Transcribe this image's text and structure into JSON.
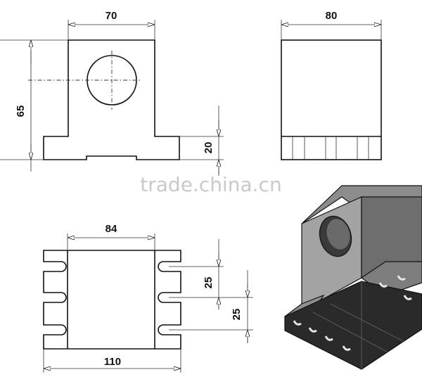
{
  "watermark": "trade.china.cn",
  "views": {
    "front": {
      "width_label": "70",
      "height_label": "65",
      "base_label": "20"
    },
    "side": {
      "width_label": "80"
    },
    "top": {
      "inner_label": "84",
      "outer_label": "110",
      "pitch_a_label": "25",
      "pitch_b_label": "25"
    }
  },
  "colors": {
    "line": "#111111",
    "iso_light": "#9a9a9a",
    "iso_mid": "#6d6d6d",
    "iso_dark": "#2a2a2a"
  }
}
